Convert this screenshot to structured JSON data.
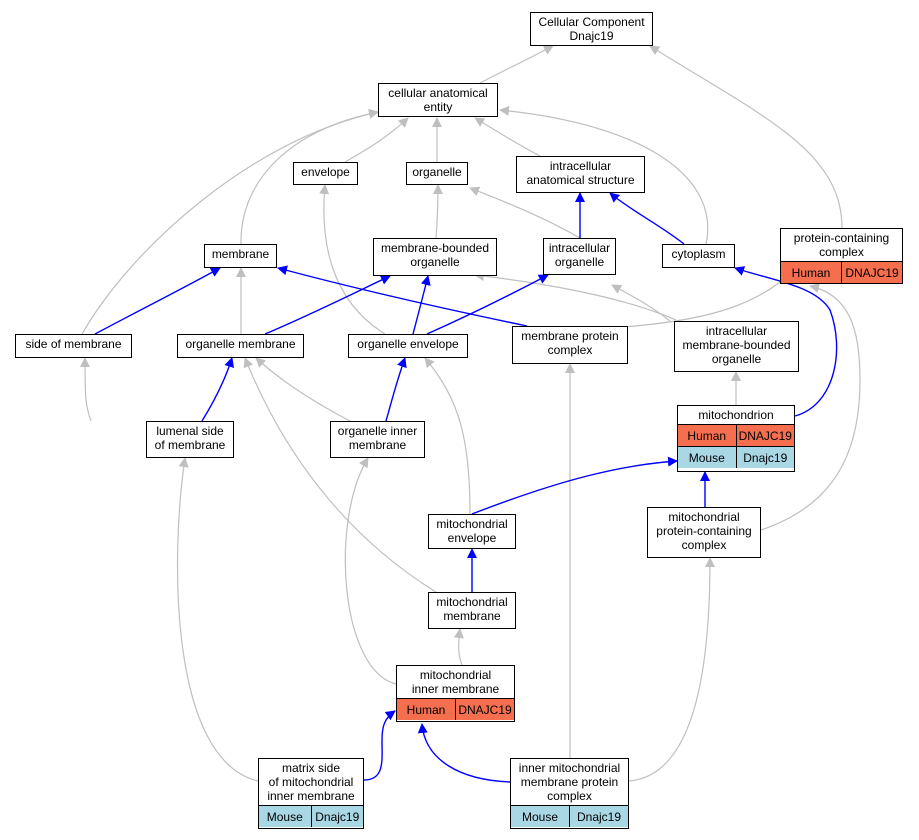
{
  "title": "Cellular Component\nDnajc19",
  "colors": {
    "human": "#f56f4f",
    "mouse": "#aad7e4",
    "edge_is_a": "#bfbfbf",
    "edge_part_of": "#0000ff"
  },
  "nodes": {
    "root": {
      "label": "Cellular Component\nDnajc19"
    },
    "cae": {
      "label": "cellular anatomical\nentity"
    },
    "envelope": {
      "label": "envelope"
    },
    "organelle": {
      "label": "organelle"
    },
    "ias": {
      "label": "intracellular\nanatomical structure"
    },
    "membrane": {
      "label": "membrane"
    },
    "mbo": {
      "label": "membrane-bounded\norganelle"
    },
    "io": {
      "label": "intracellular\norganelle"
    },
    "cytoplasm": {
      "label": "cytoplasm"
    },
    "pcc": {
      "label": "protein-containing\ncomplex",
      "rows": [
        {
          "species": "Human",
          "gene": "DNAJC19"
        }
      ]
    },
    "som": {
      "label": "side of membrane"
    },
    "om": {
      "label": "organelle membrane"
    },
    "oe": {
      "label": "organelle envelope"
    },
    "mpc": {
      "label": "membrane protein\ncomplex"
    },
    "imbo": {
      "label": "intracellular\nmembrane-bounded\norganelle"
    },
    "lsm": {
      "label": "lumenal side\nof membrane"
    },
    "oim": {
      "label": "organelle inner\nmembrane"
    },
    "mito": {
      "label": "mitochondrion",
      "rows": [
        {
          "species": "Human",
          "gene": "DNAJC19"
        },
        {
          "species": "Mouse",
          "gene": "Dnajc19"
        }
      ]
    },
    "me": {
      "label": "mitochondrial\nenvelope"
    },
    "mpcc": {
      "label": "mitochondrial\nprotein-containing\ncomplex"
    },
    "mm": {
      "label": "mitochondrial\nmembrane"
    },
    "mim": {
      "label": "mitochondrial\ninner membrane",
      "rows": [
        {
          "species": "Human",
          "gene": "DNAJC19"
        }
      ]
    },
    "msmim": {
      "label": "matrix side\nof mitochondrial\ninner membrane",
      "rows": [
        {
          "species": "Mouse",
          "gene": "Dnajc19"
        }
      ]
    },
    "impc": {
      "label": "inner mitochondrial\nmembrane protein\ncomplex",
      "rows": [
        {
          "species": "Mouse",
          "gene": "Dnajc19"
        }
      ]
    }
  }
}
